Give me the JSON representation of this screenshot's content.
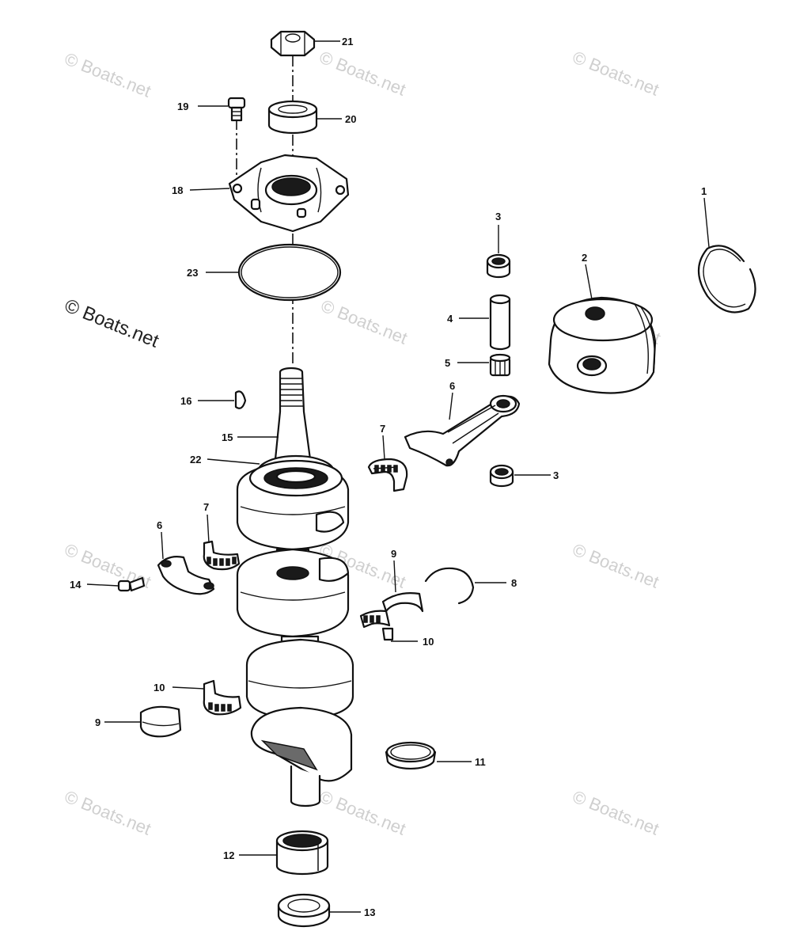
{
  "watermark": "© Boats.net",
  "callouts": [
    "1",
    "2",
    "3",
    "3",
    "4",
    "5",
    "6",
    "6",
    "7",
    "7",
    "8",
    "9",
    "9",
    "10",
    "10",
    "11",
    "12",
    "13",
    "14",
    "15",
    "16",
    "18",
    "19",
    "20",
    "21",
    "22",
    "23"
  ]
}
